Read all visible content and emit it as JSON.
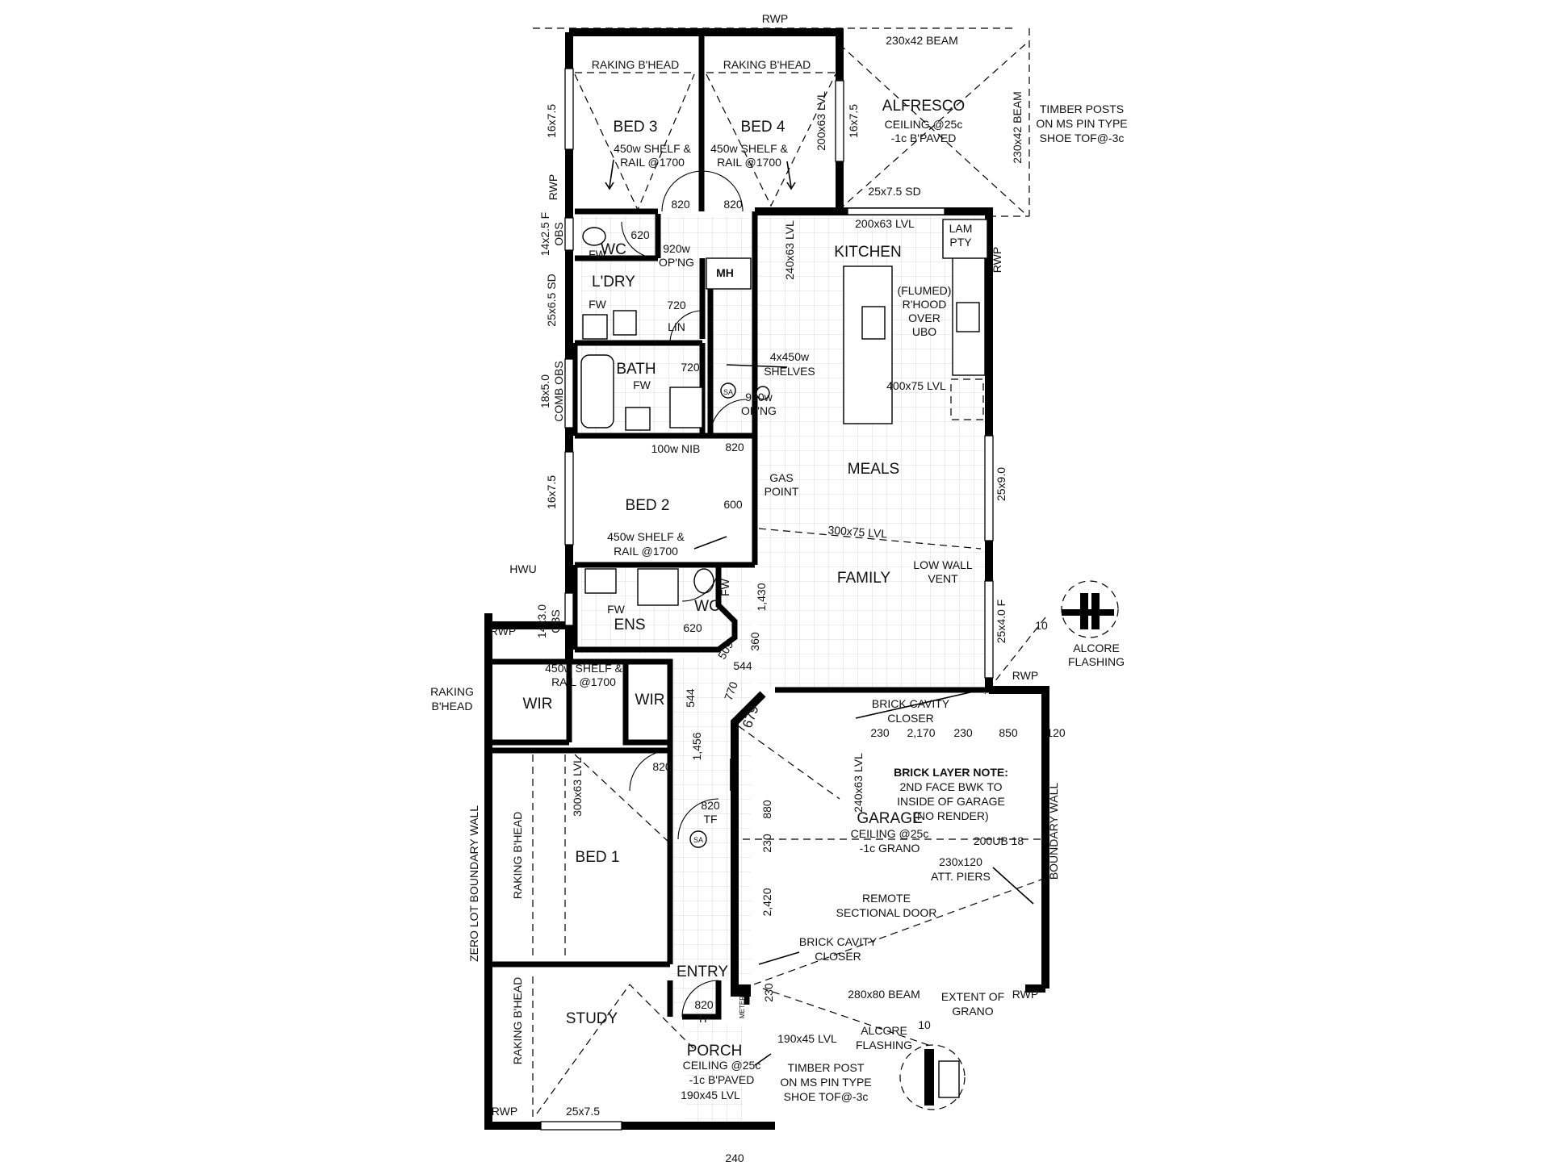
{
  "rooms": {
    "bed3": "BED 3",
    "bed4": "BED 4",
    "alfresco": "ALFRESCO",
    "kitchen": "KITCHEN",
    "wc": "WC",
    "ldry": "L'DRY",
    "mh": "MH",
    "lin": "LIN",
    "bath": "BATH",
    "lam_pty_1": "LAM",
    "lam_pty_2": "PTY",
    "meals": "MEALS",
    "bed2": "BED 2",
    "family": "FAMILY",
    "ens": "ENS",
    "wc2": "WC",
    "wir1": "WIR",
    "wir2": "WIR",
    "bed1": "BED 1",
    "garage": "GARAGE",
    "study": "STUDY",
    "entry": "ENTRY",
    "porch": "PORCH"
  },
  "notes": {
    "rwp_top": "RWP",
    "beam_top": "230x42 BEAM",
    "raking_bhead_1": "RAKING B'HEAD",
    "raking_bhead_2": "RAKING B'HEAD",
    "bed3_shelf_1": "450w SHELF &",
    "bed3_shelf_2": "RAIL @1700",
    "bed4_shelf_1": "450w SHELF &",
    "bed4_shelf_2": "RAIL @1700",
    "alfresco_ceiling_1": "CEILING @25c",
    "alfresco_ceiling_2": "-1c B'PAVED",
    "timber_posts_1": "TIMBER POSTS",
    "timber_posts_2": "ON MS PIN TYPE",
    "timber_posts_3": "SHOE TOF@-3c",
    "beam_right": "230x42 BEAM",
    "win_16x75_a": "16x7.5",
    "lvl_200x63_v": "200x63 LVL",
    "win_16x75_b": "16x7.5",
    "rwp_left": "RWP",
    "door_820_a": "820",
    "door_820_b": "820",
    "sd_25x75": "25x7.5 SD",
    "lvl_200x63": "200x63 LVL",
    "win_14x25_1": "14x2.5 F",
    "win_14x25_2": "OBS",
    "door_620": "620",
    "opng_920_1": "920w",
    "opng_920_2": "OP'NG",
    "fw_wc": "FW",
    "lvl_240x63": "240x63 LVL",
    "rwp_right": "RWP",
    "sd_25x65": "25x6.5 SD",
    "fw_ldry": "FW",
    "door_720": "720",
    "flumed_1": "(FLUMED)",
    "flumed_2": "R'HOOD",
    "flumed_3": "OVER",
    "flumed_4": "UBO",
    "shelves_1": "4x450w",
    "shelves_2": "SHELVES",
    "door_720_b": "720",
    "fw_bath": "FW",
    "lvl_400x75": "400x75 LVL",
    "win_18x50_1": "18x5.0",
    "win_18x50_2": "COMB OBS",
    "sa1": "SA",
    "opng_920b_1": "920w",
    "opng_920b_2": "OP'NG",
    "nib_100": "100w NIB",
    "door_820_c": "820",
    "gas_1": "GAS",
    "gas_2": "POINT",
    "win_16x75_c": "16x7.5",
    "door_600": "600",
    "win_25x90": "25x9.0",
    "lvl_300x75": "300x75 LVL",
    "bed2_shelf_1": "450w SHELF &",
    "bed2_shelf_2": "RAIL @1700",
    "hwu": "HWU",
    "low_wall_1": "LOW WALL",
    "low_wall_2": "VENT",
    "fw_wc2": "FW",
    "dim_1430": "1,430",
    "fw_ens": "FW",
    "win_14x30_1": "14x3.0",
    "win_14x30_2": "OBS",
    "rwp_ens": "RWP",
    "door_620_b": "620",
    "win_25x40": "25x4.0 F",
    "dim_10_a": "10",
    "alcore_a_1": "ALCORE",
    "alcore_a_2": "FLASHING",
    "dim_509": "509",
    "dim_360": "360",
    "dim_544_h": "544",
    "wir_shelf_1": "450w SHELF &",
    "wir_shelf_2": "RAIL @1700",
    "raking_bhead_l1": "RAKING",
    "raking_bhead_l2": "B'HEAD",
    "dim_770": "770",
    "dim_544_v": "544",
    "dim_679": "679",
    "rwp_garage": "RWP",
    "brick_closer_a_1": "BRICK CAVITY",
    "brick_closer_a_2": "CLOSER",
    "dim_230_a": "230",
    "dim_2170": "2,170",
    "dim_230_b": "230",
    "dim_850": "850",
    "dim_120": "120",
    "lvl_300x63": "300x63 LVL",
    "dim_1456": "1,456",
    "door_820_d": "820",
    "lvl_240x63_g": "240x63 LVL",
    "brick_note_title": "BRICK LAYER NOTE:",
    "brick_note_1": "2ND FACE BWK TO",
    "brick_note_2": "INSIDE OF GARAGE",
    "brick_note_3": "(NO RENDER)",
    "zero_lot": "ZERO LOT BOUNDARY WALL",
    "raking_bhead_bed1": "RAKING B'HEAD",
    "door_820_tf_1": "820",
    "door_820_tf_2": "TF",
    "dim_880": "880",
    "dim_230_c": "230",
    "garage_ceiling_1": "CEILING @25c",
    "garage_ceiling_2": "-1c GRANO",
    "ub_200": "200UB 18",
    "boundary_wall": "BOUNDARY WALL",
    "sa2": "SA",
    "piers_1": "230x120",
    "piers_2": "ATT. PIERS",
    "dim_2420": "2,420",
    "remote_1": "REMOTE",
    "remote_2": "SECTIONAL DOOR",
    "brick_closer_b_1": "BRICK CAVITY",
    "brick_closer_b_2": "CLOSER",
    "raking_bhead_study": "RAKING B'HEAD",
    "dim_230_d": "230",
    "beam_280x80": "280x80 BEAM",
    "rwp_garage_b": "RWP",
    "extent_1": "EXTENT OF",
    "extent_2": "GRANO",
    "door_820_tf2_1": "820",
    "door_820_tf2_2": "TF",
    "dim_10_b": "10",
    "alcore_b_1": "ALCORE",
    "alcore_b_2": "FLASHING",
    "porch_ceiling_1": "CEILING @25c",
    "porch_ceiling_2": "-1c B'PAVED",
    "lvl_190x45_a": "190x45 LVL",
    "timber_post_1": "TIMBER POST",
    "timber_post_2": "ON MS PIN TYPE",
    "timber_post_3": "SHOE TOF@-3c",
    "rwp_study": "RWP",
    "win_25x75": "25x7.5",
    "lvl_190x45_b": "190x45 LVL",
    "meter": "METER",
    "bottom_cut": "240"
  }
}
